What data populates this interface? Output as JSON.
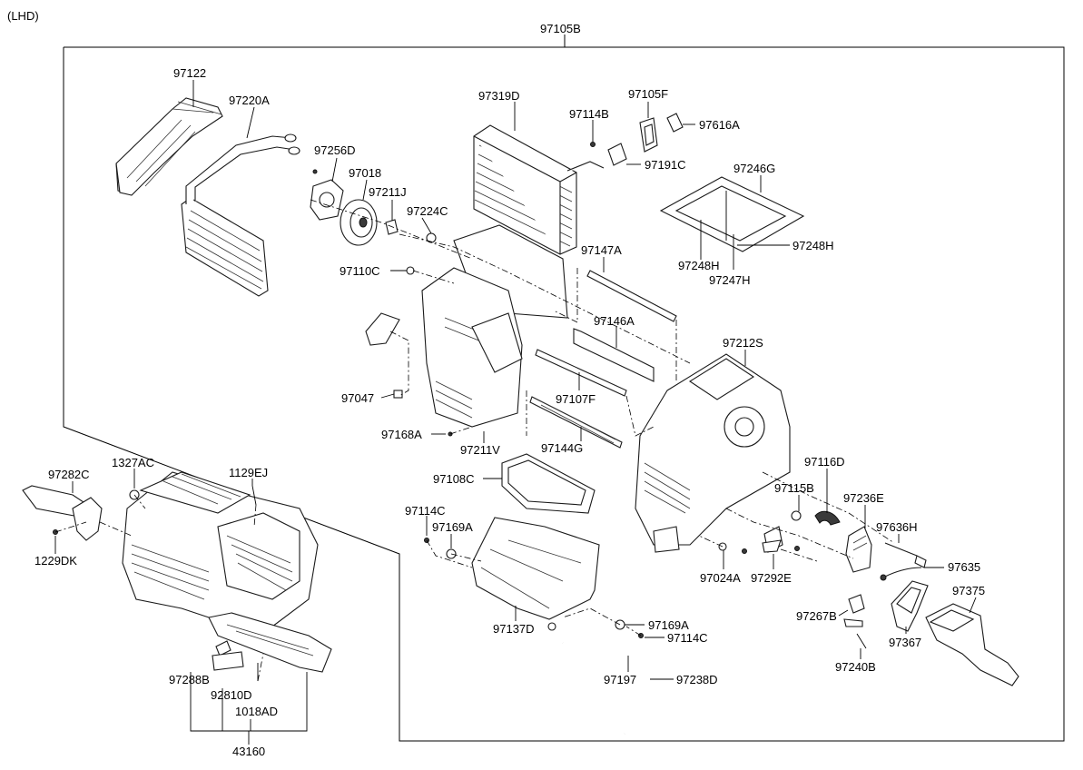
{
  "header": {
    "variant": "(LHD)"
  },
  "assembly": {
    "main": "97105B",
    "module": "43160"
  },
  "parts": {
    "p97122": "97122",
    "p97220A": "97220A",
    "p97256D": "97256D",
    "p97018": "97018",
    "p97211J": "97211J",
    "p97224C": "97224C",
    "p97319D": "97319D",
    "p97114B": "97114B",
    "p97105F": "97105F",
    "p97616A": "97616A",
    "p97191C": "97191C",
    "p97246G": "97246G",
    "p97248H_a": "97248H",
    "p97248H_b": "97248H",
    "p97247H": "97247H",
    "p97147A": "97147A",
    "p97110C": "97110C",
    "p97146A": "97146A",
    "p97212S": "97212S",
    "p97047": "97047",
    "p97107F": "97107F",
    "p97168A": "97168A",
    "p97211V": "97211V",
    "p97144G": "97144G",
    "p97108C": "97108C",
    "p97116D": "97116D",
    "p97115B": "97115B",
    "p97236E": "97236E",
    "p97114C_a": "97114C",
    "p97169A_a": "97169A",
    "p97636H": "97636H",
    "p97635": "97635",
    "p97024A": "97024A",
    "p97292E": "97292E",
    "p97375": "97375",
    "p97267B": "97267B",
    "p97137D": "97137D",
    "p97169A_b": "97169A",
    "p97114C_b": "97114C",
    "p97367": "97367",
    "p97197": "97197",
    "p97238D": "97238D",
    "p97240B": "97240B",
    "p97282C": "97282C",
    "p1327AC": "1327AC",
    "p1129EJ": "1129EJ",
    "p1229DK": "1229DK",
    "p97288B": "97288B",
    "p92810D": "92810D",
    "p1018AD": "1018AD"
  }
}
